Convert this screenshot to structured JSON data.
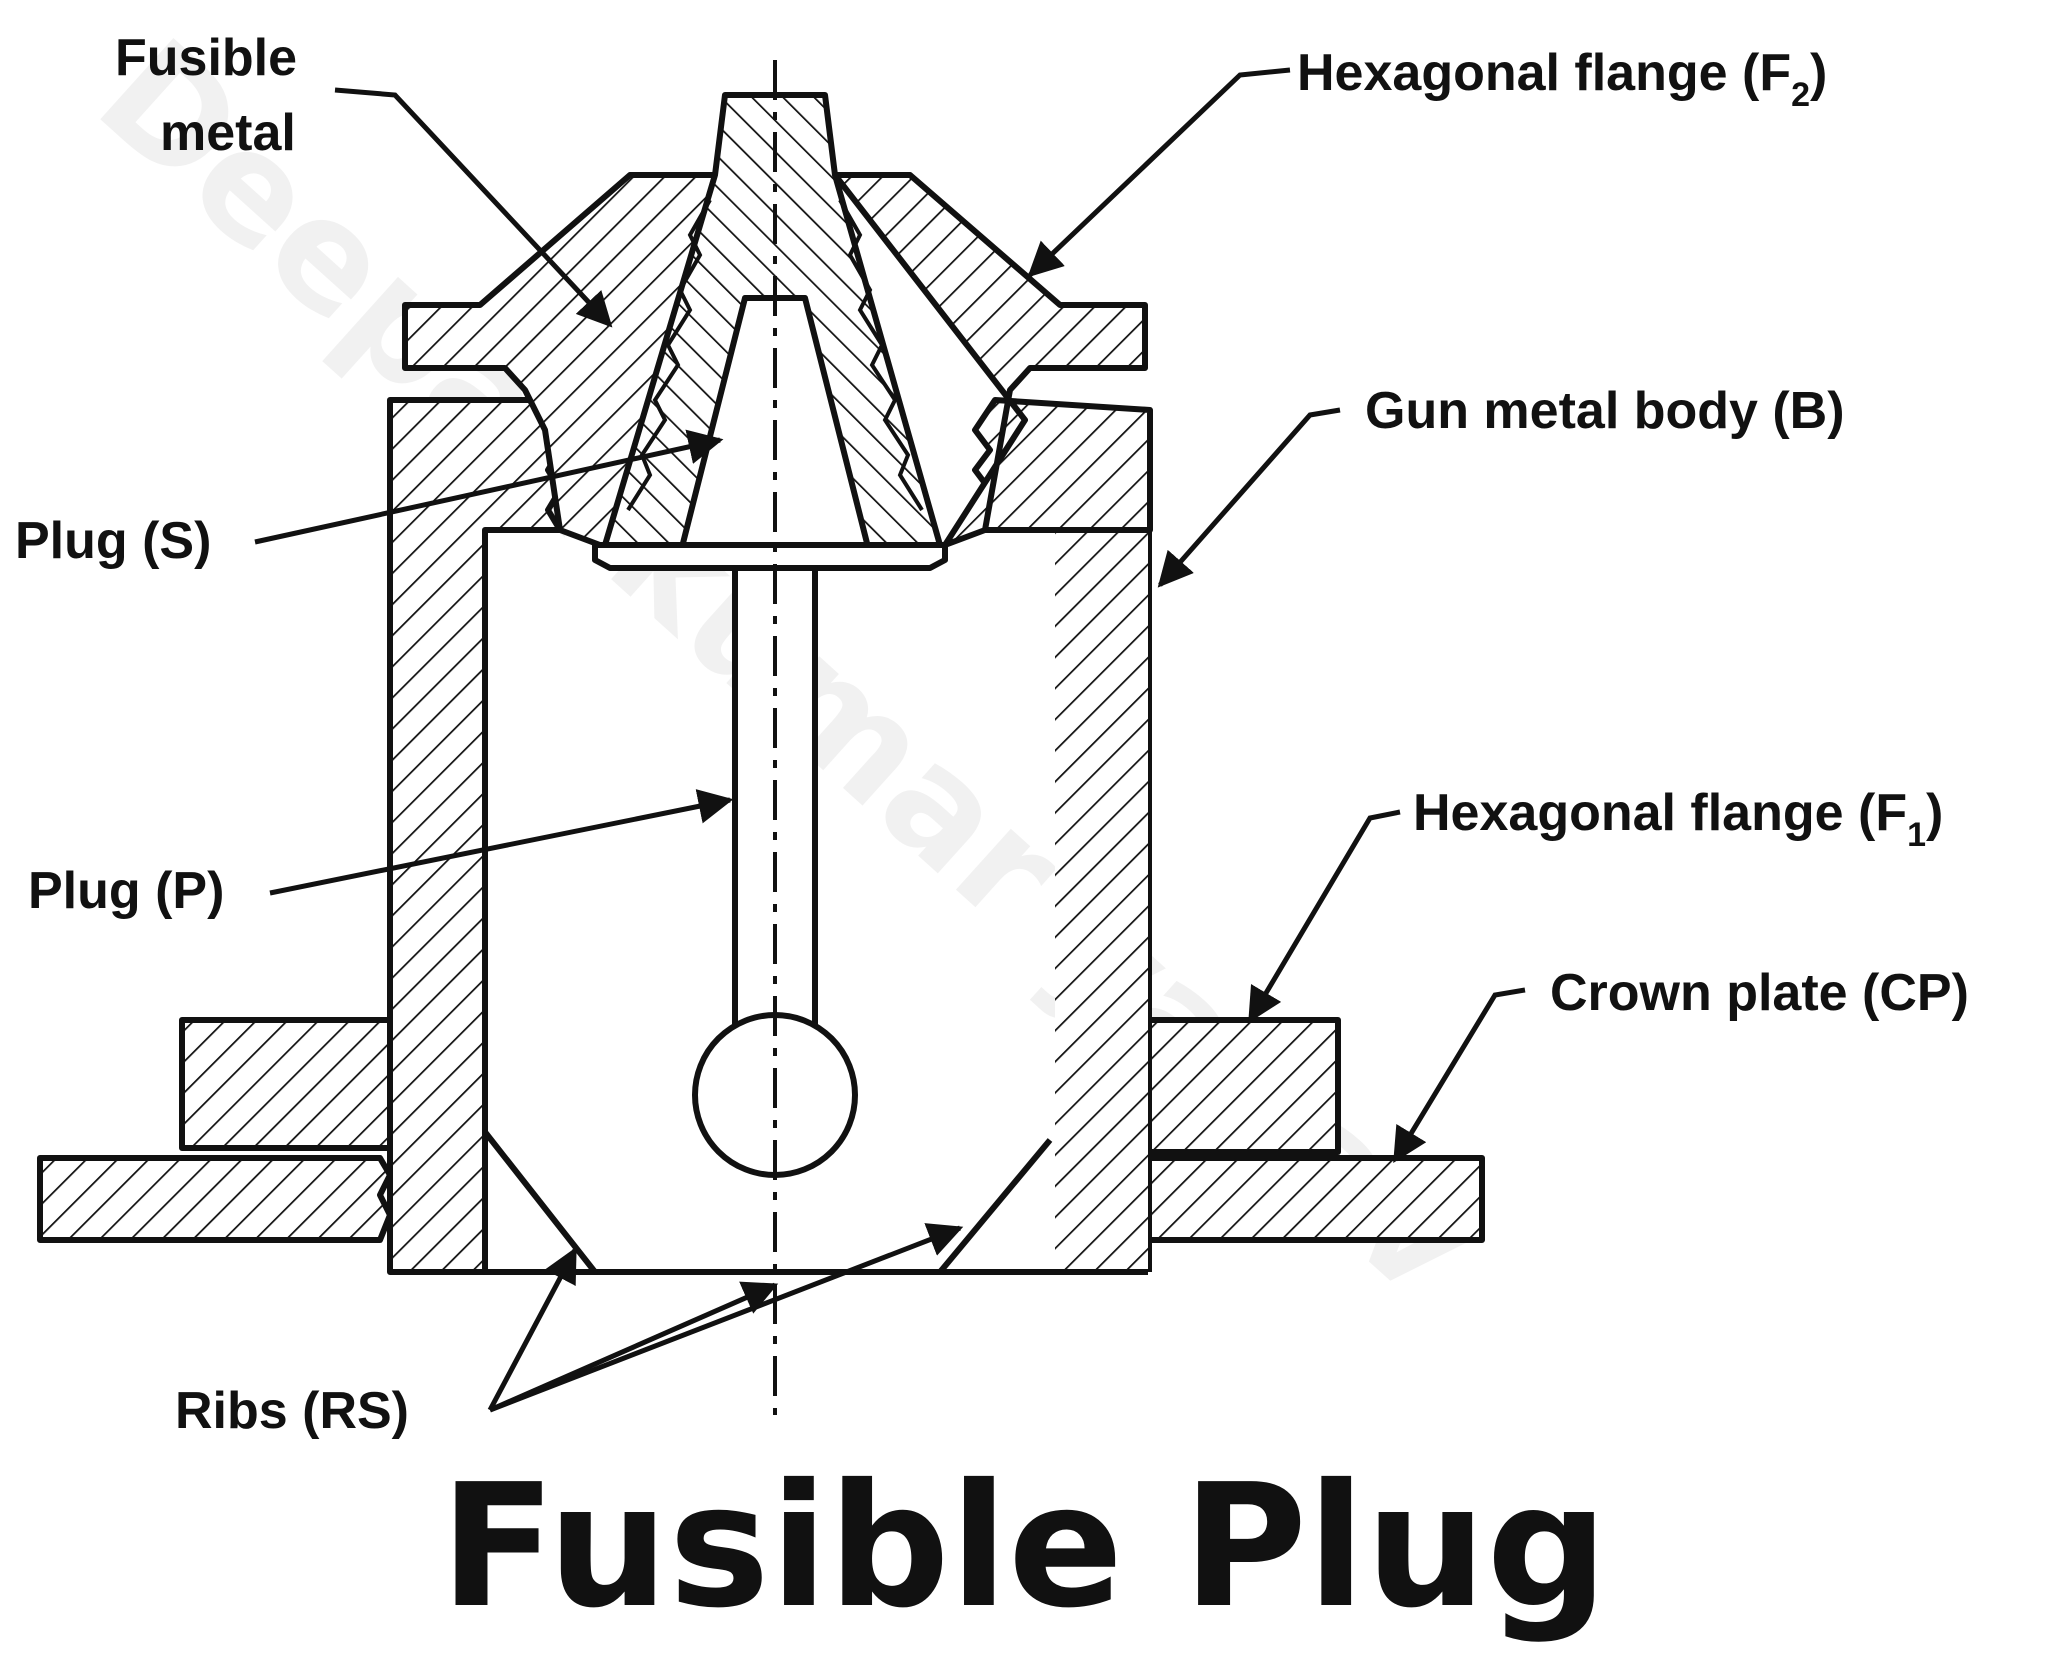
{
  "diagram": {
    "title": "Fusible Plug",
    "watermark": "Deepak kumar yadav",
    "labels": {
      "fusible_metal": [
        "Fusible",
        "metal"
      ],
      "hex_flange_f2": {
        "text": "Hexagonal flange (F",
        "sub": "2",
        "end": ")"
      },
      "gun_metal_body": "Gun metal body (B)",
      "plug_s": "Plug (S)",
      "plug_p": "Plug (P)",
      "hex_flange_f1": {
        "text": "Hexagonal flange (F",
        "sub": "1",
        "end": ")"
      },
      "crown_plate": "Crown plate (CP)",
      "ribs": "Ribs (RS)"
    }
  }
}
